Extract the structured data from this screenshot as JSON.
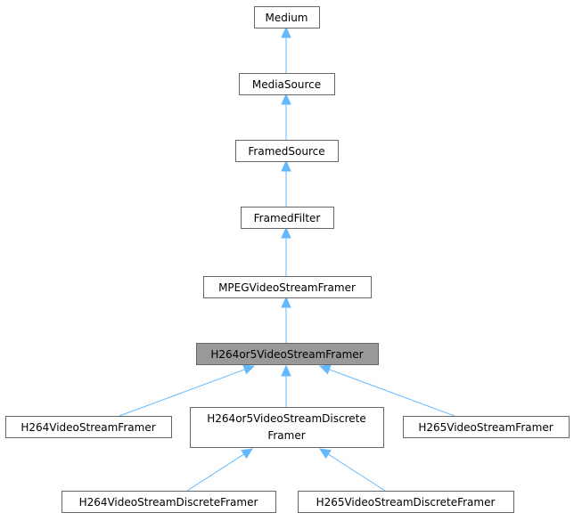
{
  "diagram": {
    "type": "inheritance-graph",
    "colors": {
      "edge": "#63b8ff",
      "node_border": "#666666",
      "node_fill": "#ffffff",
      "current_fill": "#999999"
    },
    "nodes": [
      {
        "id": "medium",
        "label": "Medium"
      },
      {
        "id": "mediasource",
        "label": "MediaSource"
      },
      {
        "id": "framedsource",
        "label": "FramedSource"
      },
      {
        "id": "framedfilter",
        "label": "FramedFilter"
      },
      {
        "id": "mpeg",
        "label": "MPEGVideoStreamFramer"
      },
      {
        "id": "h264or5",
        "label": "H264or5VideoStreamFramer",
        "current": true
      },
      {
        "id": "h264",
        "label": "H264VideoStreamFramer"
      },
      {
        "id": "h264or5discrete",
        "label": "H264or5VideoStreamDiscrete",
        "label2": "Framer"
      },
      {
        "id": "h265",
        "label": "H265VideoStreamFramer"
      },
      {
        "id": "h264discrete",
        "label": "H264VideoStreamDiscreteFramer"
      },
      {
        "id": "h265discrete",
        "label": "H265VideoStreamDiscreteFramer"
      }
    ],
    "edges": [
      {
        "from": "mediasource",
        "to": "medium"
      },
      {
        "from": "framedsource",
        "to": "mediasource"
      },
      {
        "from": "framedfilter",
        "to": "framedsource"
      },
      {
        "from": "mpeg",
        "to": "framedfilter"
      },
      {
        "from": "h264or5",
        "to": "mpeg"
      },
      {
        "from": "h264",
        "to": "h264or5"
      },
      {
        "from": "h264or5discrete",
        "to": "h264or5"
      },
      {
        "from": "h265",
        "to": "h264or5"
      },
      {
        "from": "h264discrete",
        "to": "h264or5discrete"
      },
      {
        "from": "h265discrete",
        "to": "h264or5discrete"
      }
    ]
  }
}
